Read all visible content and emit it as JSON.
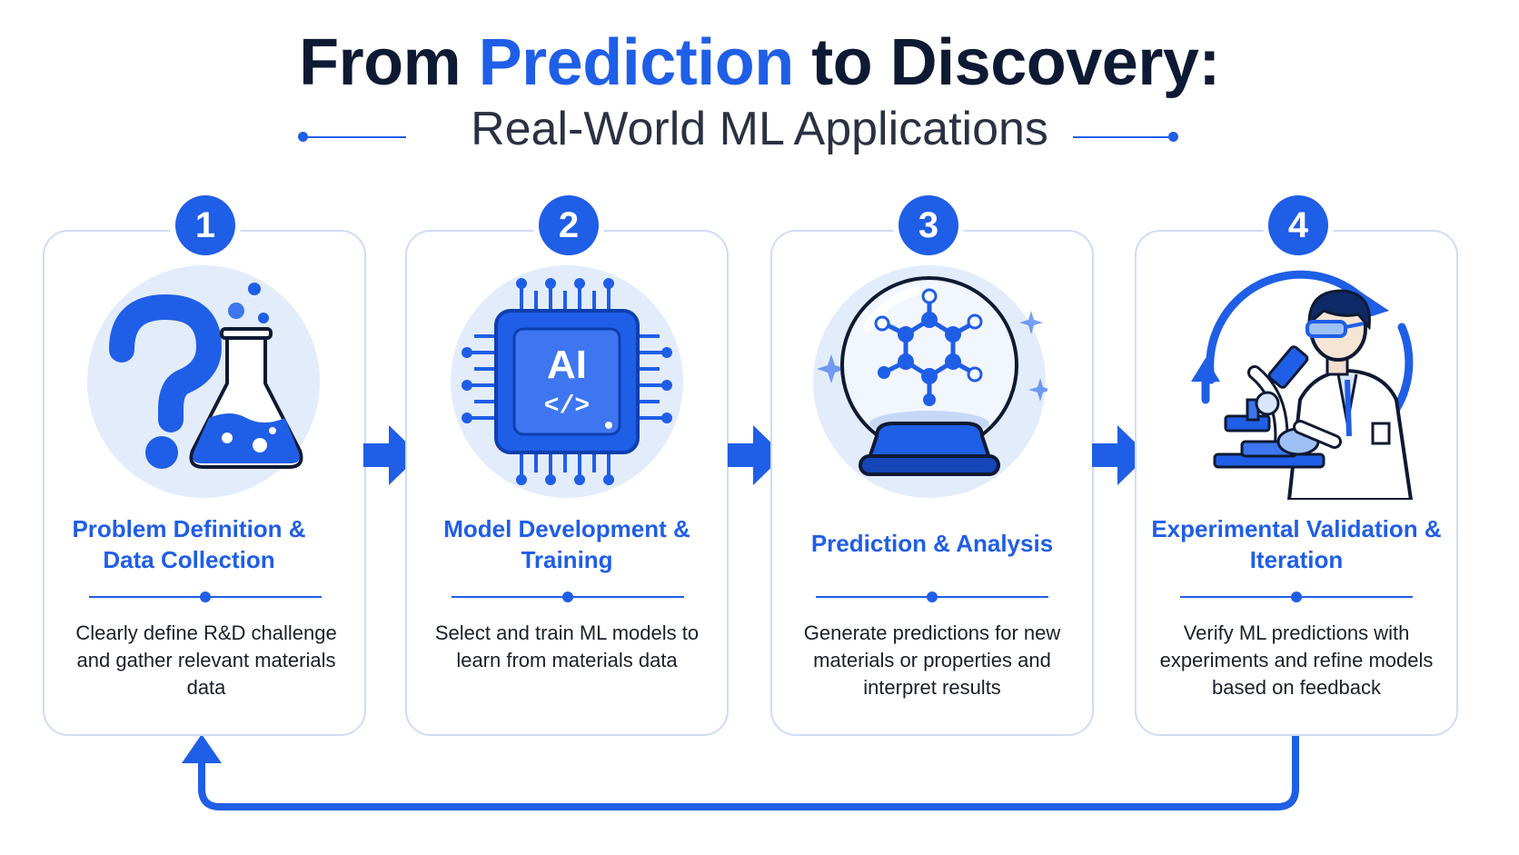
{
  "header": {
    "title_part1": "From ",
    "title_highlight": "Prediction",
    "title_part2": " to Discovery:",
    "subtitle": "Real-World ML Applications"
  },
  "colors": {
    "accent": "#1f5ee6",
    "light_accent": "#d8e5fb",
    "card_border": "#cfdcf5",
    "text": "#0e1a33"
  },
  "steps": [
    {
      "number": "1",
      "heading": "Problem Definition & Data Collection",
      "description": "Clearly define R&D challenge and gather relevant materials data",
      "icon": "question-flask-icon"
    },
    {
      "number": "2",
      "heading": "Model Development & Training",
      "description": "Select and train ML models to learn from materials data",
      "icon": "ai-chip-icon",
      "icon_text": "AI",
      "icon_code": "</>"
    },
    {
      "number": "3",
      "heading": "Prediction & Analysis",
      "description": "Generate predictions for new materials or properties and interpret results",
      "icon": "crystal-ball-molecule-icon"
    },
    {
      "number": "4",
      "heading": "Experimental Validation & Iteration",
      "description": "Verify ML predictions with experiments and refine models based on feedback",
      "icon": "scientist-microscope-icon"
    }
  ]
}
